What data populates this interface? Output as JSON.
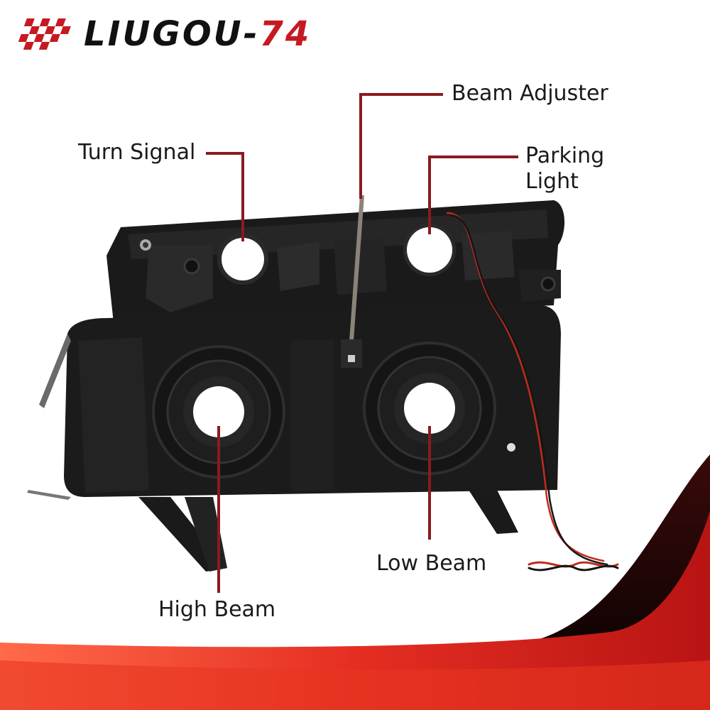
{
  "brand": {
    "name_main": "LIUGOU-",
    "name_accent": "74",
    "accent_color": "#c61a22",
    "icon": "checkered-flag-icon"
  },
  "callouts": {
    "beam_adjuster": "Beam Adjuster",
    "turn_signal": "Turn Signal",
    "parking_light_line1": "Parking",
    "parking_light_line2": "Light",
    "low_beam": "Low Beam",
    "high_beam": "High Beam"
  },
  "colors": {
    "leader_line": "#8b1a1f",
    "housing": "#1c1c1c",
    "background_swoosh": "#c8201c"
  }
}
